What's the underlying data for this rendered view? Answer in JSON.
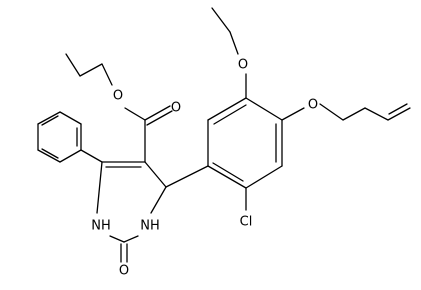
{
  "structure": {
    "atoms": {
      "ester_carbonyl_o": "O",
      "ester_link_o": "O",
      "ethoxy_o": "O",
      "allyloxy_o": "O",
      "urea_o": "O",
      "n1": "NH",
      "n3": "NH",
      "cl": "Cl"
    },
    "colors": {
      "bond": "#000000",
      "label": "#000000",
      "background": "#ffffff"
    }
  }
}
